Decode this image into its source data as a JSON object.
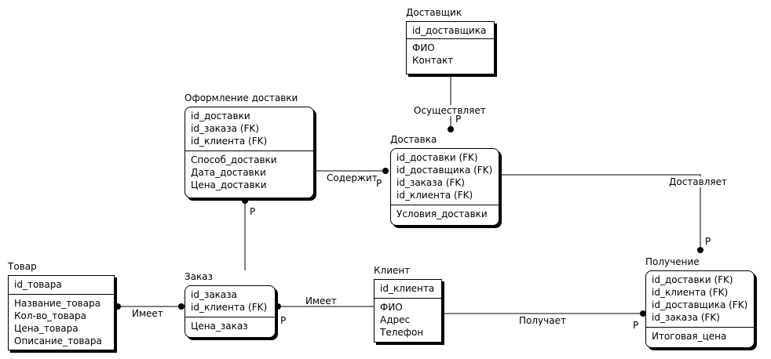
{
  "entities": {
    "supplier": {
      "title": "Доставщик",
      "pk": [
        "id_доставщика"
      ],
      "attrs": [
        "ФИО",
        "Контакт"
      ]
    },
    "delivery_order": {
      "title": "Оформление доставки",
      "pk": [
        "id_доставки",
        "id_заказа (FK)",
        "id_клиента (FK)"
      ],
      "attrs": [
        "Способ_доставки",
        "Дата_доставки",
        "Цена_доставки"
      ]
    },
    "delivery": {
      "title": "Доставка",
      "pk": [
        "id_доставки (FK)",
        "id_доставщика (FK)",
        "id_заказа (FK)",
        "id_клиента (FK)"
      ],
      "attrs": [
        "Условия_доставки"
      ]
    },
    "product": {
      "title": "Товар",
      "pk": [
        "id_товара"
      ],
      "attrs": [
        "Название_товара",
        "Кол-во_товара",
        "Цена_товара",
        "Описание_товара"
      ]
    },
    "order": {
      "title": "Заказ",
      "pk": [
        "id_заказа",
        "id_клиента (FK)"
      ],
      "attrs": [
        "Цена_заказ"
      ]
    },
    "client": {
      "title": "Клиент",
      "pk": [
        "id_клиента"
      ],
      "attrs": [
        "ФИО",
        "Адрес",
        "Телефон"
      ]
    },
    "receipt": {
      "title": "Получение",
      "pk": [
        "id_доставки (FK)",
        "id_клиента (FK)",
        "id_доставщика (FK)",
        "id_заказа (FK)"
      ],
      "attrs": [
        "Итоговая_цена"
      ]
    }
  },
  "relationships": {
    "carries_out": {
      "label": "Осуществляет",
      "cardinality": "P"
    },
    "contains": {
      "label": "Содержит",
      "cardinality": "P"
    },
    "delivers": {
      "label": "Доставляет",
      "cardinality": "P"
    },
    "order_to_delivery_order": {
      "cardinality": "P"
    },
    "has_product": {
      "label": "Имеет"
    },
    "client_has_order": {
      "label": "Имеет",
      "cardinality": "P"
    },
    "receives": {
      "label": "Получает",
      "cardinality": "P"
    }
  }
}
